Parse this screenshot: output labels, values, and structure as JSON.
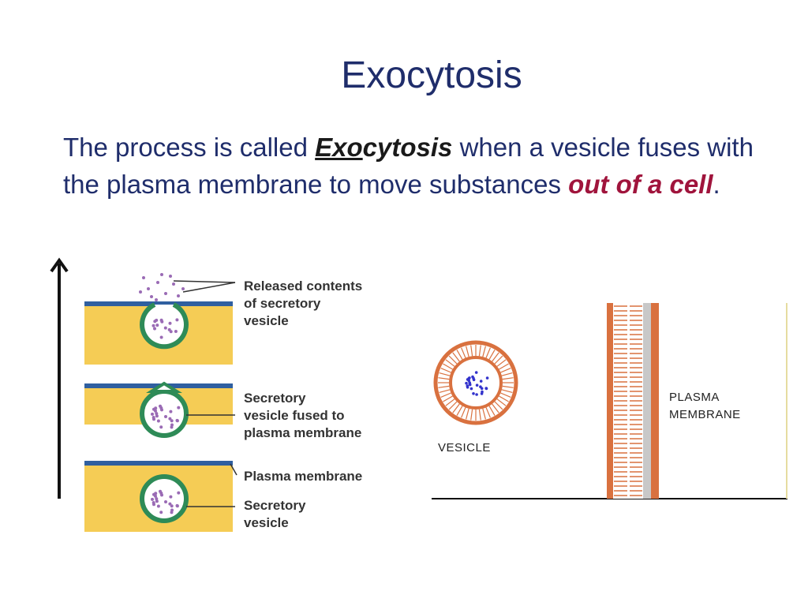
{
  "title": "Exocytosis",
  "body": {
    "part1": "The process is called ",
    "term_underlined": "Exo",
    "term_rest": "cytosis",
    "part2": " when a vesicle fuses with the plasma membrane to move substances ",
    "emphasis": "out of a cell",
    "part3": "."
  },
  "left_figure": {
    "labels": {
      "released": [
        "Released contents",
        "of secretory",
        "vesicle"
      ],
      "fused": [
        "Secretory",
        "vesicle fused to",
        "plasma membrane"
      ],
      "membrane": "Plasma membrane",
      "secretory": [
        "Secretory",
        "vesicle"
      ]
    },
    "colors": {
      "cytoplasm": "#f5cc55",
      "membrane": "#2f5fa0",
      "vesicle_ring": "#2e8b57",
      "contents": "#9a6bb5"
    }
  },
  "right_figure": {
    "vesicle_label": "VESICLE",
    "membrane_label": [
      "PLASMA",
      "MEMBRANE"
    ],
    "colors": {
      "lipid": "#d9713f",
      "contents": "#3333cc"
    }
  }
}
